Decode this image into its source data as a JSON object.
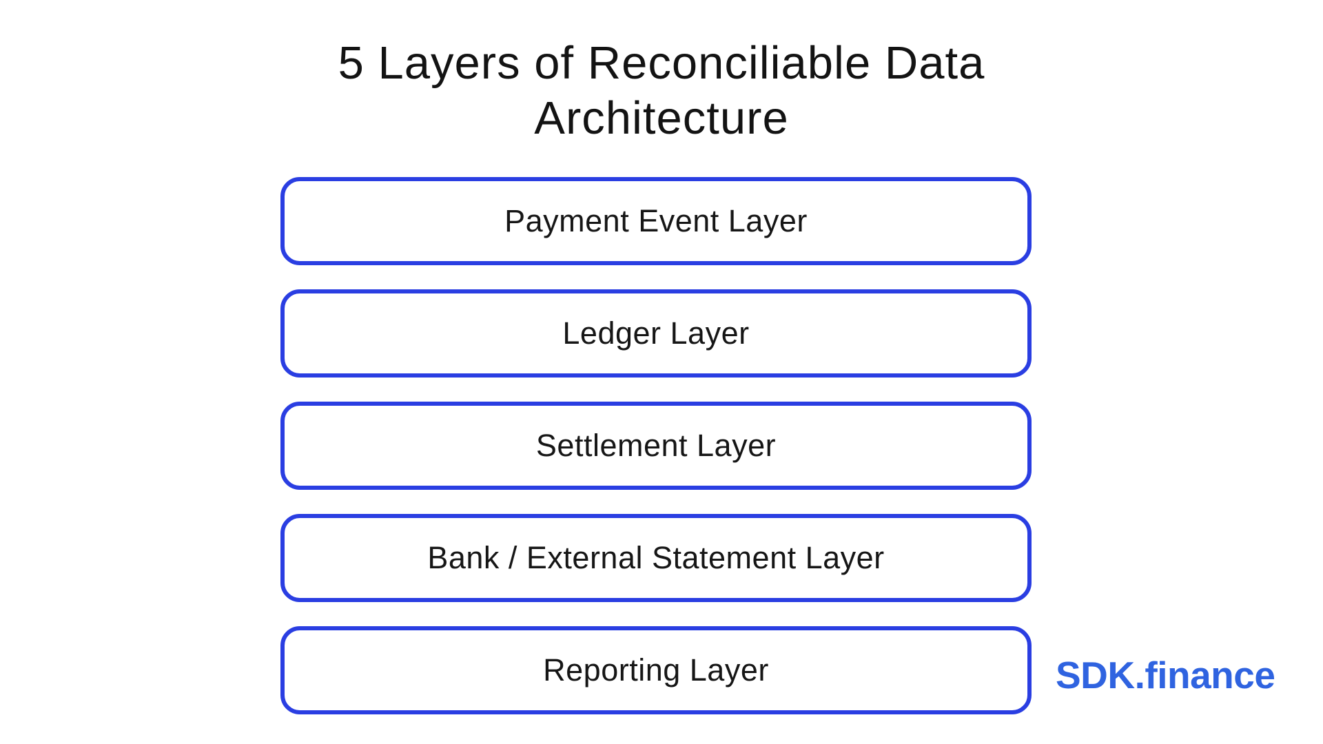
{
  "title": {
    "text": "5 Layers of Reconciliable Data Architecture"
  },
  "layers": [
    {
      "label": "Payment Event Layer"
    },
    {
      "label": "Ledger Layer"
    },
    {
      "label": "Settlement Layer"
    },
    {
      "label": "Bank / External Statement Layer"
    },
    {
      "label": "Reporting Layer"
    }
  ],
  "logo": {
    "text": "SDK.finance"
  },
  "colors": {
    "background": "#ffffff",
    "box_border": "#2a3ee2",
    "box_fill": "#ffffff",
    "title_text": "#131313",
    "layer_text": "#161616",
    "logo_blue": "#2f63e0"
  }
}
